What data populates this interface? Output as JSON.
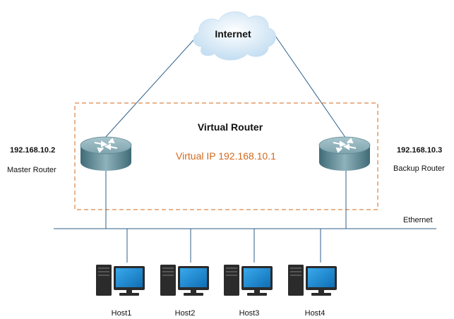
{
  "diagram": {
    "internet_label": "Internet",
    "virtual_router_label": "Virtual Router",
    "virtual_ip_label": "Virtual IP 192.168.10.1",
    "ethernet_label": "Ethernet",
    "master": {
      "ip": "192.168.10.2",
      "label": "Master Router"
    },
    "backup": {
      "ip": "192.168.10.3",
      "label": "Backup Router"
    },
    "hosts": [
      "Host1",
      "Host2",
      "Host3",
      "Host4"
    ],
    "colors": {
      "line": "#2d5f8a",
      "dashed_box": "#d2691e",
      "virtual_ip_text": "#d2691e",
      "router_top": "#8fb2bc",
      "router_side": "#4d7b86",
      "cloud": "#d7eaf7",
      "monitor_screen": "#1e90d6",
      "computer_dark": "#2b2b2b"
    },
    "icons": [
      "cloud-icon",
      "router-icon",
      "computer-icon"
    ]
  }
}
